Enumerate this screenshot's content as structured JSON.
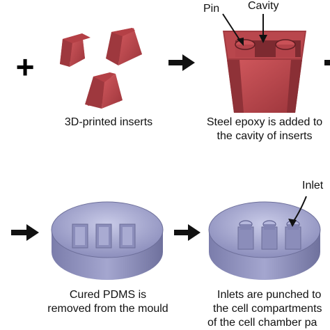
{
  "steps": [
    {
      "caption_lines": [
        "3D-printed inserts"
      ]
    },
    {
      "caption_lines": [
        "Steel epoxy is added to",
        "the cavity of inserts"
      ]
    },
    {
      "caption_lines": [
        "Cured PDMS is",
        "removed from the mould"
      ]
    },
    {
      "caption_lines": [
        "Inlets are punched to",
        "the cell compartments",
        "of the cell chamber pa"
      ]
    }
  ],
  "labels": {
    "pin": "Pin",
    "cavity": "Cavity",
    "inlet": "Inlet"
  },
  "symbols": {
    "plus": "+"
  },
  "colors": {
    "insert_face": "#c8494e",
    "insert_top": "#a83a40",
    "insert_side": "#8c2f35",
    "pdms_body": "#9b9cc4",
    "pdms_top": "#b7b9dc",
    "arrow": "#111111"
  }
}
